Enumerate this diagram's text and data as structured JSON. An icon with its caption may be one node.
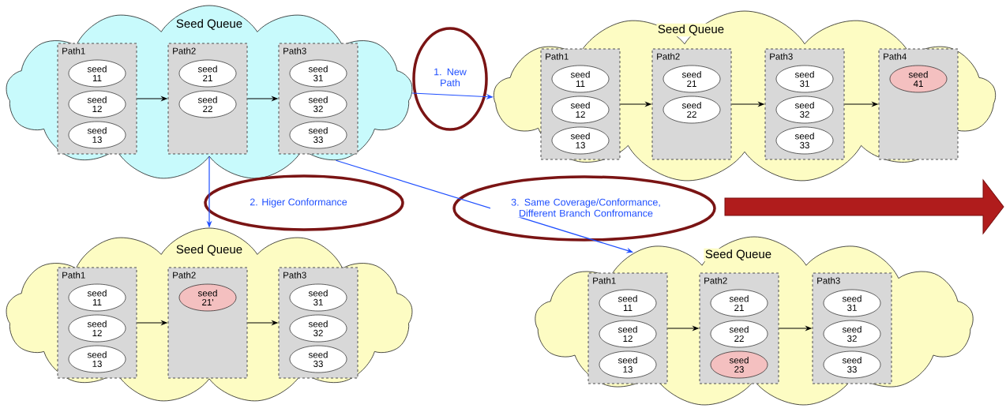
{
  "diagram": {
    "nodes": [
      {
        "text": [
          "Seed Queue"
        ]
      },
      {
        "text": [
          "Path1"
        ],
        "in": 0
      },
      {
        "text": [
          "seed 11"
        ],
        "in": 1
      },
      {
        "text": [
          "seed 12"
        ],
        "in": 1
      },
      {
        "text": [
          "seed 13"
        ],
        "in": 1
      },
      {
        "text": [
          "Path2"
        ],
        "in": 0
      },
      {
        "text": [
          "seed 21"
        ],
        "in": 5
      },
      {
        "text": [
          "seed 22"
        ],
        "in": 5
      },
      {
        "text": [
          "Path3"
        ],
        "in": 0
      },
      {
        "text": [
          "seed 31"
        ],
        "in": 8
      },
      {
        "text": [
          "seed 32"
        ],
        "in": 8
      },
      {
        "text": [
          "seed 33"
        ],
        "in": 8
      },
      {
        "text": [
          "Seed Queue"
        ]
      },
      {
        "text": [
          "Path1"
        ],
        "in": 12
      },
      {
        "text": [
          "seed 11"
        ],
        "in": 13
      },
      {
        "text": [
          "seed 12"
        ],
        "in": 13
      },
      {
        "text": [
          "seed 13"
        ],
        "in": 13
      },
      {
        "text": [
          "Path2"
        ],
        "in": 12
      },
      {
        "text": [
          "seed 21"
        ],
        "in": 17
      },
      {
        "text": [
          "seed 22"
        ],
        "in": 17
      },
      {
        "text": [
          "Path3"
        ],
        "in": 12
      },
      {
        "text": [
          "seed 31"
        ],
        "in": 20
      },
      {
        "text": [
          "seed 32"
        ],
        "in": 20
      },
      {
        "text": [
          "seed 33"
        ],
        "in": 20
      },
      {
        "text": [
          "Path4"
        ],
        "in": 12
      },
      {
        "text": [
          "seed 41"
        ],
        "in": 24
      },
      {
        "text": [
          "Seed Queue"
        ]
      },
      {
        "text": [
          "Path1"
        ],
        "in": 26
      },
      {
        "text": [
          "seed 11"
        ],
        "in": 27
      },
      {
        "text": [
          "seed 12"
        ],
        "in": 27
      },
      {
        "text": [
          "seed 13"
        ],
        "in": 27
      },
      {
        "text": [
          "Path2"
        ],
        "in": 26
      },
      {
        "text": [
          "seed 21'"
        ],
        "in": 31
      },
      {
        "text": [
          "Path3"
        ],
        "in": 26
      },
      {
        "text": [
          "seed 31"
        ],
        "in": 33
      },
      {
        "text": [
          "seed 32"
        ],
        "in": 33
      },
      {
        "text": [
          "seed 33"
        ],
        "in": 33
      },
      {
        "text": [
          "Seed Queue"
        ]
      },
      {
        "text": [
          "Path1"
        ],
        "in": 37
      },
      {
        "text": [
          "seed 11"
        ],
        "in": 38
      },
      {
        "text": [
          "seed 12"
        ],
        "in": 38
      },
      {
        "text": [
          "seed 13"
        ],
        "in": 38
      },
      {
        "text": [
          "Path2"
        ],
        "in": 37
      },
      {
        "text": [
          "seed 21"
        ],
        "in": 42
      },
      {
        "text": [
          "seed 22"
        ],
        "in": 42
      },
      {
        "text": [
          "seed 23"
        ],
        "in": 42
      },
      {
        "text": [
          "Path3"
        ],
        "in": 37
      },
      {
        "text": [
          "seed 31"
        ],
        "in": 46
      },
      {
        "text": [
          "seed 32"
        ],
        "in": 46
      },
      {
        "text": [
          "seed 33"
        ],
        "in": 46
      }
    ],
    "edges": [
      {
        "from": 1,
        "to": 5,
        "arrow": "to"
      },
      {
        "from": 5,
        "to": 8,
        "arrow": "to"
      },
      {
        "from": 13,
        "to": 17,
        "arrow": "to"
      },
      {
        "from": 17,
        "to": 20,
        "arrow": "to"
      },
      {
        "from": 20,
        "to": 24,
        "arrow": "to"
      },
      {
        "from": 27,
        "to": 31,
        "arrow": "to"
      },
      {
        "from": 31,
        "to": 33,
        "arrow": "to"
      },
      {
        "from": 38,
        "to": 42,
        "arrow": "to"
      },
      {
        "from": 42,
        "to": 46,
        "arrow": "to"
      },
      {
        "from": 0,
        "to": 12,
        "arrow": "to",
        "label": "1. New Path",
        "color": "#1f4fff"
      },
      {
        "from": 0,
        "to": 26,
        "arrow": "to",
        "label": "2. Higer Conformance",
        "color": "#1f4fff"
      },
      {
        "from": 0,
        "to": 37,
        "arrow": "to",
        "label": "3. Same Coverage/Conformance, Different Branch Confromance",
        "color": "#1f4fff"
      }
    ]
  }
}
